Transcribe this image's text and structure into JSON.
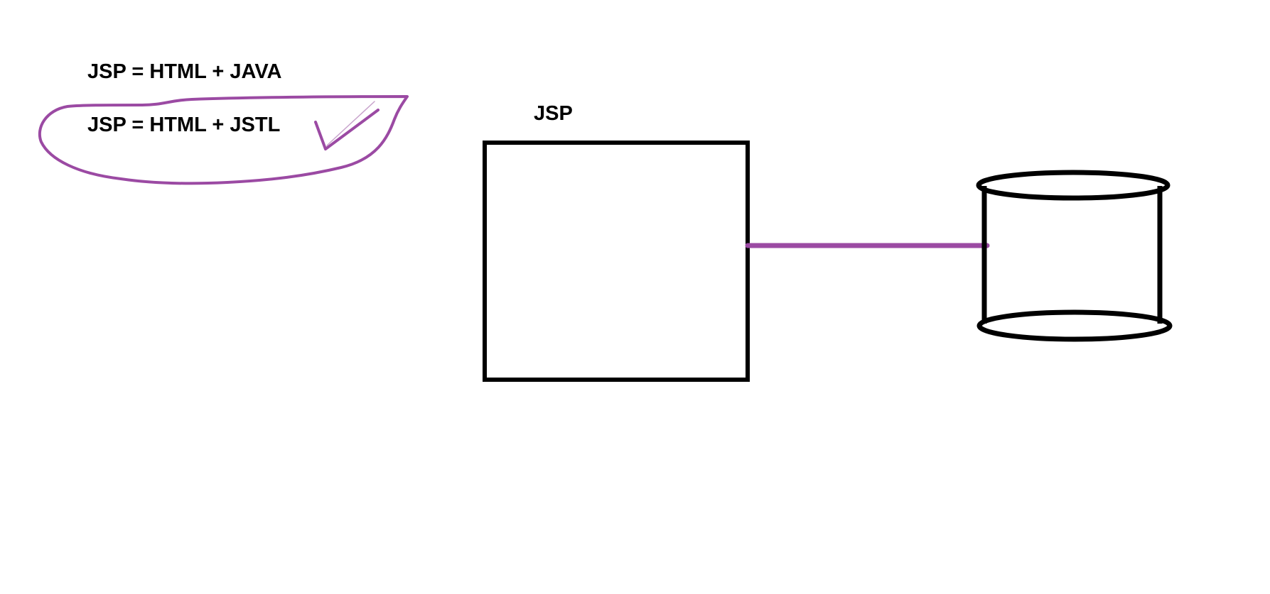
{
  "notes": {
    "line1": "JSP = HTML + JAVA",
    "line2": "JSP = HTML + JSTL"
  },
  "diagram": {
    "box_label": "JSP"
  },
  "colors": {
    "ink": "#000000",
    "highlight": "#9b4aa3",
    "background": "#ffffff"
  },
  "icons": {
    "check": "check-mark-icon",
    "database": "database-cylinder-icon"
  }
}
